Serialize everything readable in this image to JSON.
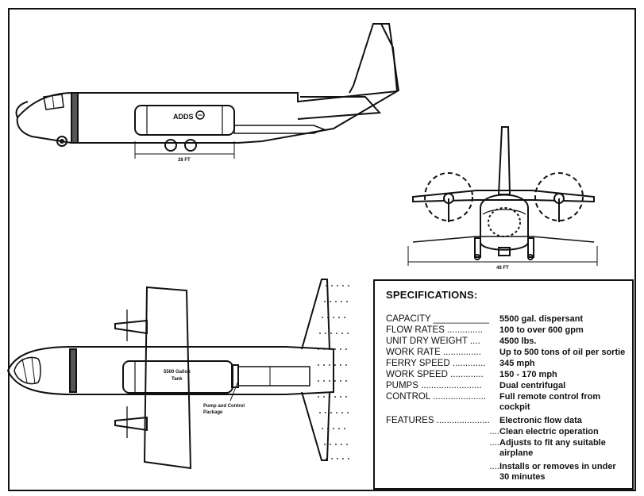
{
  "side_view": {
    "tank_label": "ADDS",
    "length_label": "28 FT"
  },
  "front_view": {
    "span_label": "48 FT"
  },
  "top_view": {
    "tank_label_line1": "5500 Gallon",
    "tank_label_line2": "Tank",
    "pump_label_line1": "Pump and Control",
    "pump_label_line2": "Package"
  },
  "specifications": {
    "title": "SPECIFICATIONS:",
    "rows": [
      {
        "label": "CAPACITY ___________",
        "value": "5500 gal. dispersant"
      },
      {
        "label": "FLOW RATES ..............",
        "value": "100 to over 600 gpm"
      },
      {
        "label": "UNIT DRY WEIGHT ....",
        "value": "4500 lbs."
      },
      {
        "label": "WORK RATE ...............",
        "value": "Up to 500 tons of oil per sortie"
      },
      {
        "label": "FERRY SPEED .............",
        "value": "345 mph"
      },
      {
        "label": "WORK SPEED .............",
        "value": "150 - 170 mph"
      },
      {
        "label": "PUMPS ........................",
        "value": "Dual centrifugal"
      },
      {
        "label": "CONTROL .....................",
        "value": "Full remote control from cockpit"
      },
      {
        "label": "FEATURES .....................",
        "value": "Electronic flow data"
      },
      {
        "label": "....",
        "value": "Clean electric operation"
      },
      {
        "label": "....",
        "value": "Adjusts to fit any suitable airplane"
      },
      {
        "label": "....",
        "value": "Installs or removes in under 30 minutes"
      }
    ]
  }
}
